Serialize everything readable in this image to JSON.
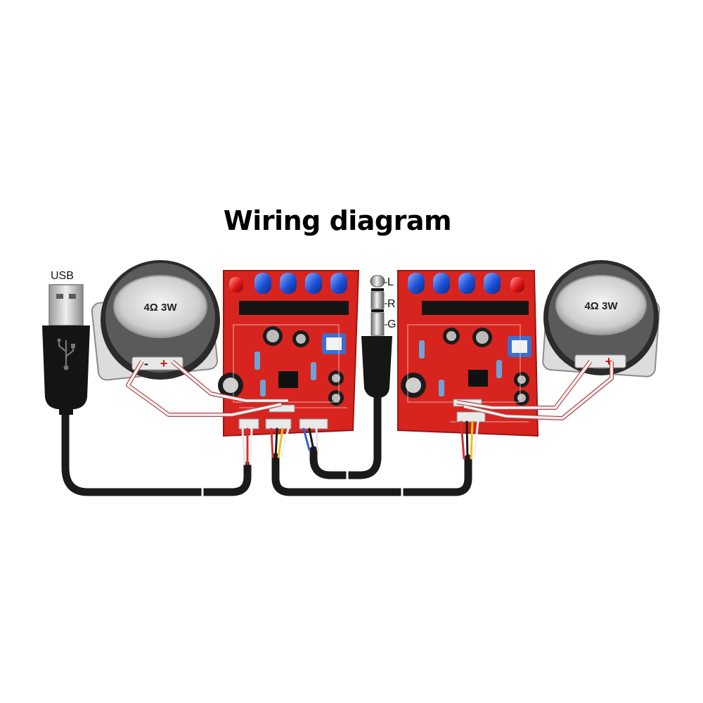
{
  "title": "Wiring diagram",
  "labels": {
    "usb": "USB",
    "jack": {
      "l": "L",
      "r": "R",
      "g": "G"
    }
  },
  "speakers": {
    "left_rating": "4Ω 3W",
    "right_rating": "4Ω 3W",
    "terminal_minus": "-",
    "terminal_plus": "+"
  },
  "colors": {
    "pcb": "#d8241e",
    "led_blue": "#1b4fd6",
    "led_red": "#e01515",
    "cable": "#1a1a1a",
    "speaker_wire": "#f1f1f1",
    "speaker_wire_outline": "#b44545",
    "wire_red": "#d23030",
    "wire_yellow": "#e8c21a",
    "wire_blue": "#2f63d6"
  },
  "icons": [
    "usb-plug-icon",
    "audio-jack-icon",
    "speaker-icon",
    "led-icon"
  ]
}
